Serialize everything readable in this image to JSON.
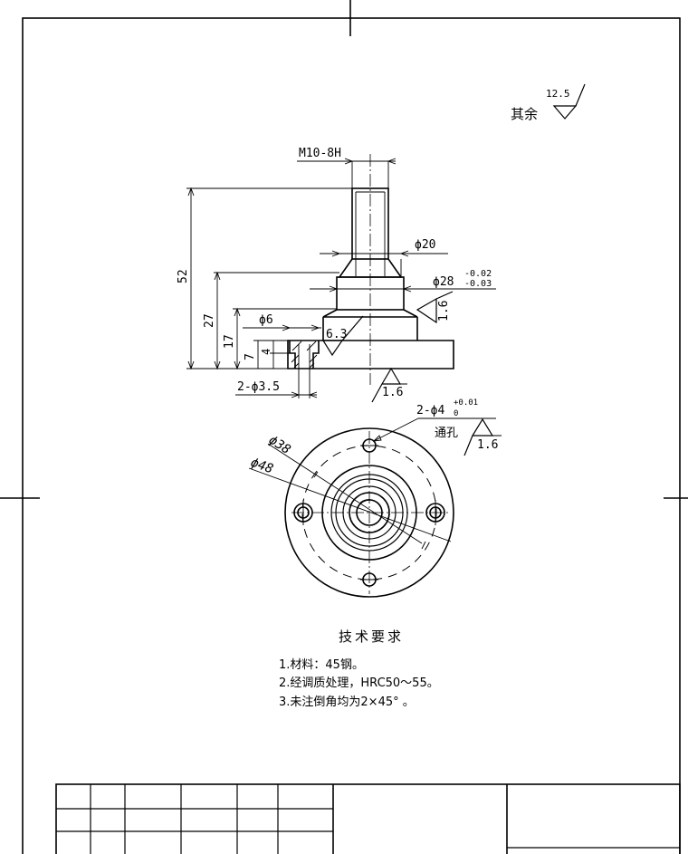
{
  "surface_finish_general": {
    "label": "其余",
    "value": "12.5"
  },
  "front_view": {
    "thread_label": "M10-8H",
    "dim_overall_height": "52",
    "dim_height_27": "27",
    "dim_height_17": "17",
    "dim_height_7": "7",
    "dim_height_4": "4",
    "dim_phi20": "ϕ20",
    "dim_phi28": "ϕ28",
    "dim_phi28_tol_upper": "-0.02",
    "dim_phi28_tol_lower": "-0.03",
    "dim_phi6": "ϕ6",
    "dim_2phi35": "2-ϕ3.5",
    "roughness_side": "1.6",
    "roughness_counterbore": "6.3",
    "roughness_bottom": "1.6"
  },
  "top_view": {
    "dim_phi38": "ϕ38",
    "dim_phi48": "ϕ48",
    "hole_label": "2-ϕ4",
    "hole_tol_upper": "+0.01",
    "hole_tol_lower": "0",
    "hole_note": "通孔",
    "roughness_hole": "1.6"
  },
  "technical_requirements": {
    "title": "技术要求",
    "items": [
      "1.材料：45钢。",
      "2.经调质处理，HRC50～55。",
      "3.未注倒角均为2×45°  。"
    ]
  }
}
